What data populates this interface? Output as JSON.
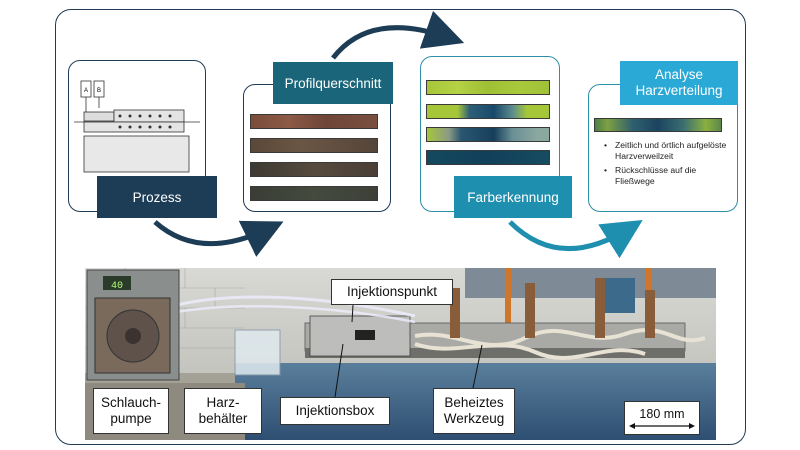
{
  "steps": {
    "process": {
      "label": "Prozess"
    },
    "cross_section": {
      "label": "Profilquerschnitt"
    },
    "color_detection": {
      "label": "Farberkennung"
    },
    "analysis": {
      "label": "Analyse Harzverteilung",
      "bullets": [
        "Zeitlich und örtlich aufgelöste Harzverweilzeit",
        "Rückschlüsse auf die Fließwege"
      ]
    }
  },
  "schematic_labels": {
    "a": "A",
    "b": "B"
  },
  "display_value": "40",
  "photo_callouts": {
    "hose_pump": "Schlauch-\npumpe",
    "resin_container": "Harz-\nbehälter",
    "injection_box": "Injektionsbox",
    "injection_point": "Injektionspunkt",
    "heated_tool": "Beheiztes\nWerkzeug",
    "scale": "180 mm"
  },
  "colors": {
    "navy": "#1d3c56",
    "teal": "#1f8fb0",
    "lime": "#a6c63a",
    "dark_teal": "#14495f"
  }
}
